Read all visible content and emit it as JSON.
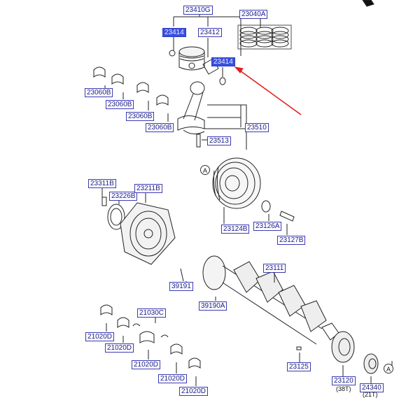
{
  "labels": {
    "piston_set": "23410G",
    "ring_set": "23040A",
    "snap_ring_left": "23414",
    "piston_pin": "23412",
    "snap_ring_right": "23414",
    "rod_bearing_1": "23060B",
    "rod_bearing_2": "23060B",
    "rod_bearing_3": "23060B",
    "rod_bearing_4": "23060B",
    "connecting_rod": "23510",
    "rod_bolt": "23513",
    "flexplate_bolt": "23311B",
    "flexplate_adapter": "23226B",
    "flexplate": "23211B",
    "damper_pulley": "23124B",
    "pulley_washer": "23126A",
    "pulley_bolt": "23127B",
    "crankshaft": "23111",
    "dowel_pin": "39191",
    "target_wheel": "39190A",
    "thrust_washer": "21030C",
    "main_bearing_1": "21020D",
    "main_bearing_2": "21020D",
    "main_bearing_3": "21020D",
    "main_bearing_4": "21020D",
    "main_bearing_5": "21020D",
    "key": "23125",
    "crank_sprocket": "23120",
    "sprocket_teeth": "(38T)",
    "chain_sprocket": "24340",
    "chain_teeth": "(21T)",
    "callout_a1": "A",
    "callout_a2": "A"
  },
  "colors": {
    "label_border": "#3b3bb3",
    "label_text": "#1a1a8a",
    "highlight_fill": "#3a4fe0",
    "arrow": "#e02020"
  }
}
